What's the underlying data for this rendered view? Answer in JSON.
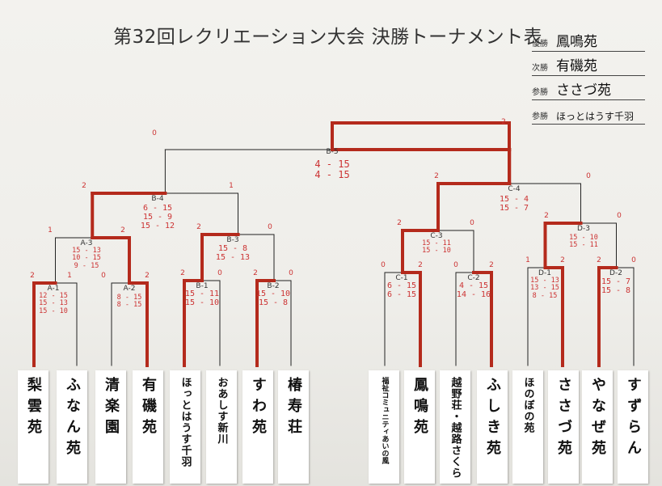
{
  "title": "第32回レクリエーション大会 決勝トーナメント表",
  "results": [
    {
      "label": "優勝",
      "name": "鳳鳴苑"
    },
    {
      "label": "次勝",
      "name": "有磯苑"
    },
    {
      "label": "参勝",
      "name": "ささづ苑"
    },
    {
      "label": "参勝",
      "name": "ほっとはうす千羽"
    }
  ],
  "teams": [
    "梨雲苑",
    "ふなん苑",
    "清楽園",
    "有磯苑",
    "ほっとはうす千羽",
    "おあしす新川",
    "すわ苑",
    "椿寿荘",
    "福祉コミュニティあいの風",
    "鳳鳴苑",
    "越野荘・越路さくら",
    "ふしき苑",
    "ほのぼの苑",
    "ささづ苑",
    "やなぜ苑",
    "すずらん"
  ],
  "matches": [
    {
      "id": "A-1",
      "scores": [
        "12 - 15",
        "15 - 13",
        "15 - 10"
      ],
      "left": "2",
      "right": "1"
    },
    {
      "id": "A-2",
      "scores": [
        "8 - 15",
        "8 - 15"
      ],
      "left": "0",
      "right": "2"
    },
    {
      "id": "B-1",
      "scores": [
        "15 - 11",
        "15 - 10"
      ],
      "left": "2",
      "right": "0"
    },
    {
      "id": "B-2",
      "scores": [
        "15 - 10",
        "15 - 8"
      ],
      "left": "2",
      "right": "0"
    },
    {
      "id": "C-1",
      "scores": [
        "6 - 15",
        "6 - 15"
      ],
      "left": "0",
      "right": "2"
    },
    {
      "id": "C-2",
      "scores": [
        "4 - 15",
        "14 - 16"
      ],
      "left": "0",
      "right": "2"
    },
    {
      "id": "D-1",
      "scores": [
        "15 - 13",
        "13 - 15",
        "8 - 15"
      ],
      "left": "1",
      "right": "2"
    },
    {
      "id": "D-2",
      "scores": [
        "15 - 7",
        "15 - 8"
      ],
      "left": "2",
      "right": "0"
    },
    {
      "id": "A-3",
      "scores": [
        "15 - 13",
        "10 - 15",
        "9 - 15"
      ],
      "left": "1",
      "right": "2"
    },
    {
      "id": "B-3",
      "scores": [
        "15 - 8",
        "15 - 13"
      ],
      "left": "2",
      "right": "0"
    },
    {
      "id": "C-3",
      "scores": [
        "15 - 11",
        "15 - 10"
      ],
      "left": "2",
      "right": "0"
    },
    {
      "id": "D-3",
      "scores": [
        "15 - 10",
        "15 - 11"
      ],
      "left": "2",
      "right": "0"
    },
    {
      "id": "B-4",
      "scores": [
        "6 - 15",
        "15 - 9",
        "15 - 12"
      ],
      "left": "2",
      "right": "1"
    },
    {
      "id": "C-4",
      "scores": [
        "15 - 4",
        "15 - 7"
      ],
      "left": "2",
      "right": "0"
    },
    {
      "id": "B-5",
      "scores": [
        "4 - 15",
        "4 - 15"
      ],
      "left": "0",
      "right": "2"
    }
  ],
  "colors": {
    "winner_line": "#b42a1c",
    "line": "#222222",
    "score": "#cc3333"
  }
}
